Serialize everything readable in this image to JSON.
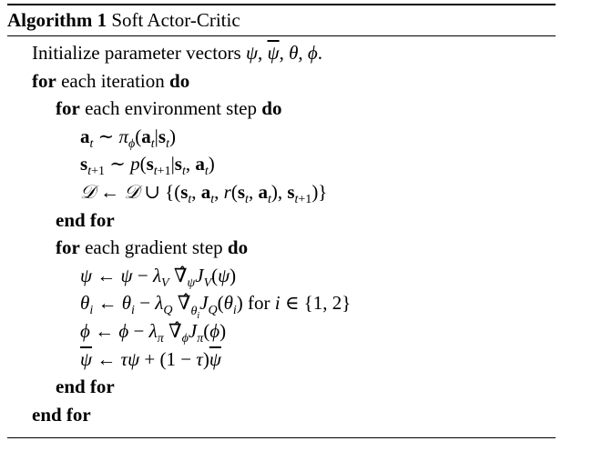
{
  "caption": {
    "label": "Algorithm 1",
    "title": "Soft Actor-Critic"
  },
  "lines": [
    {
      "indent": 1,
      "parts": [
        {
          "t": "Initialize parameter vectors "
        },
        {
          "m": "ψ, ψ̄, θ, ϕ."
        }
      ]
    },
    {
      "indent": 1,
      "parts": [
        {
          "k": "for"
        },
        {
          "t": " each iteration "
        },
        {
          "k": "do"
        }
      ]
    },
    {
      "indent": 2,
      "parts": [
        {
          "k": "for"
        },
        {
          "t": " each environment step "
        },
        {
          "k": "do"
        }
      ]
    },
    {
      "indent": 3,
      "parts": [
        {
          "math": "a_t ~ π_ϕ(a_t|s_t)"
        }
      ]
    },
    {
      "indent": 3,
      "parts": [
        {
          "math": "s_{t+1} ~ p(s_{t+1}|s_t, a_t)"
        }
      ]
    },
    {
      "indent": 3,
      "parts": [
        {
          "math": "D ← D ∪ {(s_t, a_t, r(s_t, a_t), s_{t+1})}"
        }
      ]
    },
    {
      "indent": 2,
      "parts": [
        {
          "k": "end for"
        }
      ]
    },
    {
      "indent": 2,
      "parts": [
        {
          "k": "for"
        },
        {
          "t": " each gradient step "
        },
        {
          "k": "do"
        }
      ]
    },
    {
      "indent": 3,
      "parts": [
        {
          "math": "ψ ← ψ − λ_V ∇̂_ψ J_V(ψ)"
        }
      ]
    },
    {
      "indent": 3,
      "parts": [
        {
          "math": "θ_i ← θ_i − λ_Q ∇̂_{θ_i} J_Q(θ_i) for i ∈ {1, 2}"
        }
      ]
    },
    {
      "indent": 3,
      "parts": [
        {
          "math": "ϕ ← ϕ − λ_π ∇̂_ϕ J_π(ϕ)"
        }
      ]
    },
    {
      "indent": 3,
      "parts": [
        {
          "math": "ψ̄ ← τψ + (1 − τ)ψ̄"
        }
      ]
    },
    {
      "indent": 2,
      "parts": [
        {
          "k": "end for"
        }
      ]
    },
    {
      "indent": 1,
      "parts": [
        {
          "k": "end for"
        }
      ]
    }
  ]
}
